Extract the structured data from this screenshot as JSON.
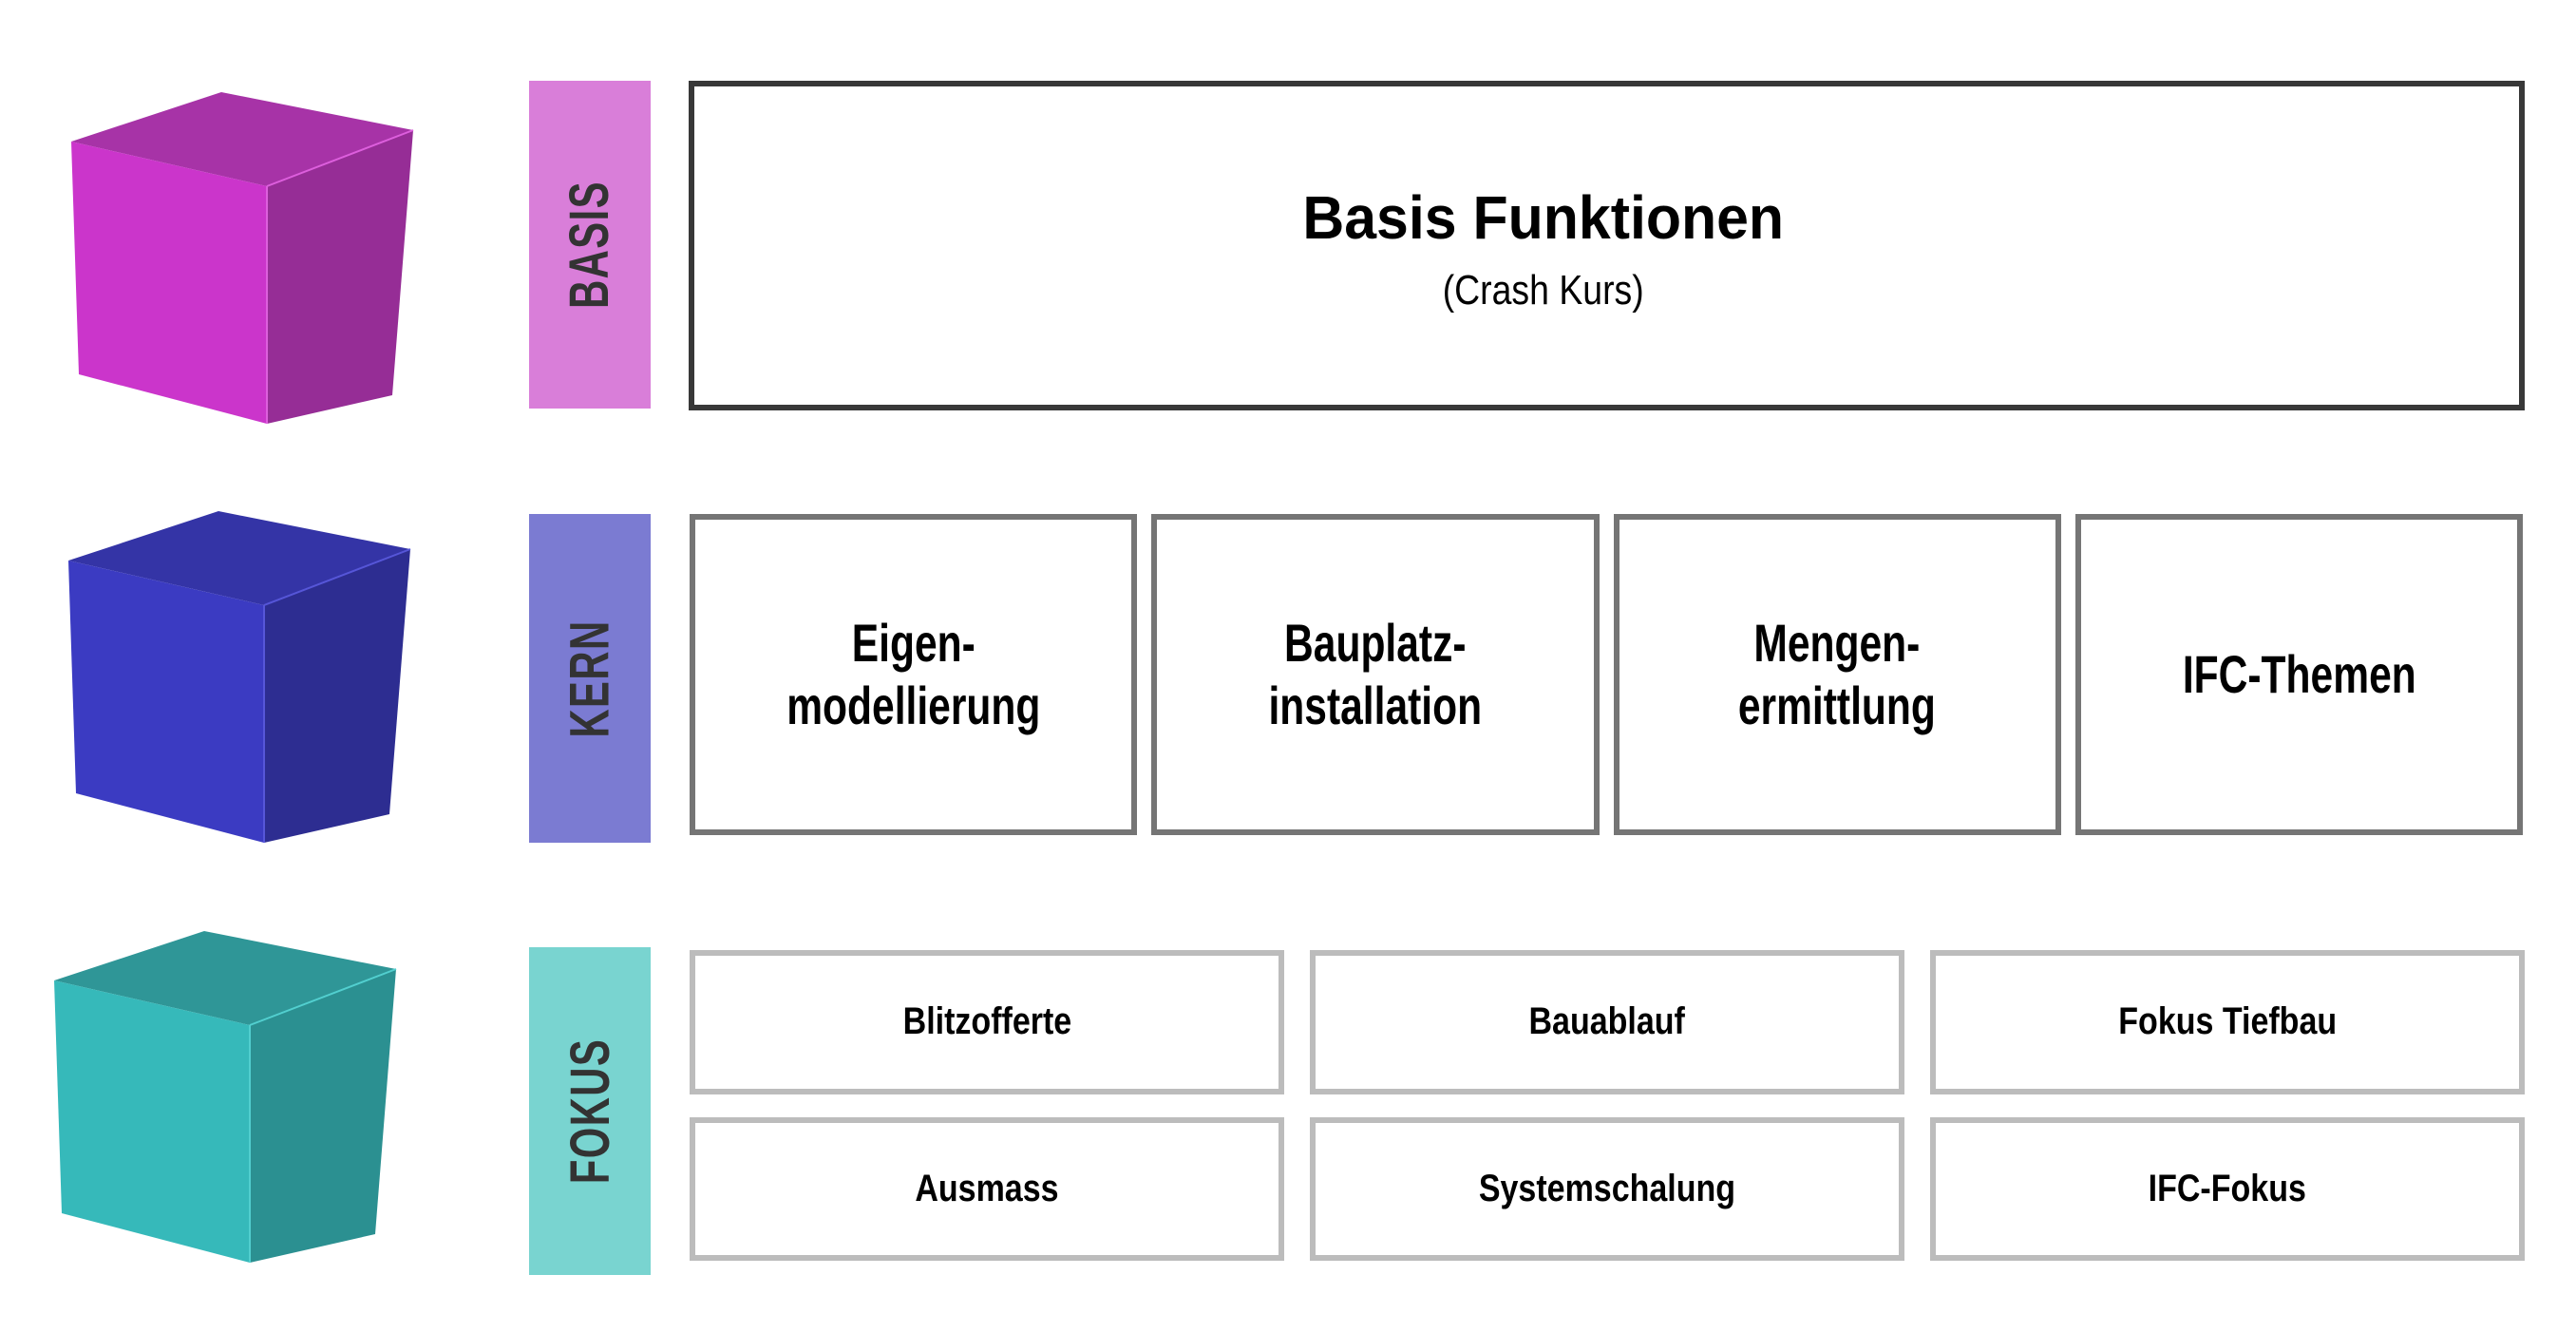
{
  "colors": {
    "basis_bar": "#d97ed9",
    "kern_bar": "#7b7bd2",
    "fokus_bar": "#79d4d0",
    "basis_box_border": "#383838",
    "kern_box_border": "#757575",
    "fokus_box_border": "#bcbcbc",
    "bar_text": "#333333",
    "cube_magenta": {
      "front": "#cb35cb",
      "top": "#a733a7",
      "right": "#962d96",
      "seam": "#dd5fdd"
    },
    "cube_blue": {
      "front": "#3b3bc2",
      "top": "#3434a6",
      "right": "#2d2d91",
      "seam": "#5656d8"
    },
    "cube_teal": {
      "front": "#36b9ba",
      "top": "#2f9697",
      "right": "#2b9091",
      "seam": "#52cfcf"
    }
  },
  "basis": {
    "bar_label": "BASIS",
    "title": "Basis Funktionen",
    "subtitle": "(Crash Kurs)"
  },
  "kern": {
    "bar_label": "KERN",
    "boxes": [
      {
        "lines": [
          "Eigen-",
          "modellierung"
        ]
      },
      {
        "lines": [
          "Bauplatz-",
          "installation"
        ]
      },
      {
        "lines": [
          "Mengen-",
          "ermittlung"
        ]
      },
      {
        "lines": [
          "IFC-Themen"
        ]
      }
    ]
  },
  "fokus": {
    "bar_label": "FOKUS",
    "row1": [
      {
        "label": "Blitzofferte"
      },
      {
        "label": "Bauablauf"
      },
      {
        "label": "Fokus Tiefbau"
      }
    ],
    "row2": [
      {
        "label": "Ausmass"
      },
      {
        "label": "Systemschalung"
      },
      {
        "label": "IFC-Fokus"
      }
    ]
  }
}
